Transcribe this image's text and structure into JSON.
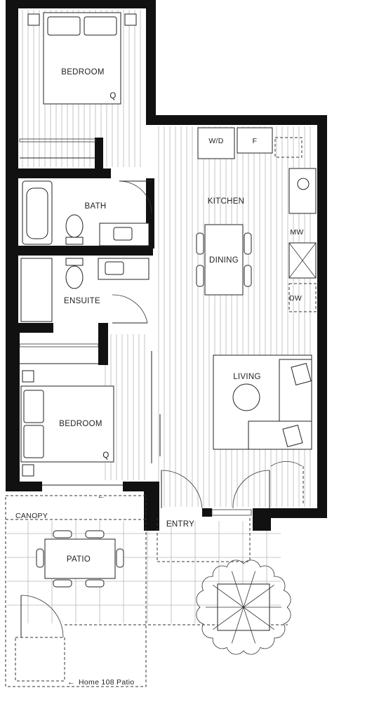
{
  "plan": {
    "rooms": {
      "bedroom_top": "BEDROOM",
      "bath": "BATH",
      "ensuite": "ENSUITE",
      "bedroom_bottom": "BEDROOM",
      "kitchen": "KITCHEN",
      "dining": "DINING",
      "living": "LIVING",
      "patio": "PATIO",
      "entry": "ENTRY",
      "canopy": "CANOPY"
    },
    "appliances": {
      "washer_dryer": "W/D",
      "fridge": "F",
      "microwave": "MW",
      "dishwasher": "DW"
    },
    "bed_marks": {
      "top": "Q",
      "bottom": "Q"
    },
    "arrows": {
      "bedroom_door": "←",
      "patio_note_arrow": "←"
    },
    "notes": {
      "home_patio": "Home 108 Patio"
    }
  }
}
